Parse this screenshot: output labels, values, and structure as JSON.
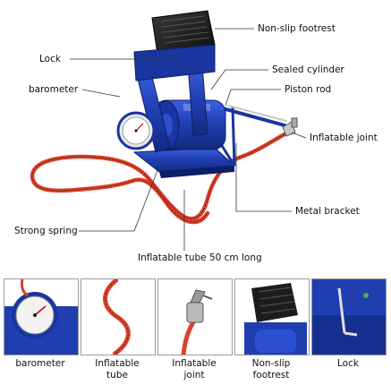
{
  "main_labels": {
    "nonslip": "Non-slip footrest",
    "lock": "Lock",
    "sealed": "Sealed cylinder",
    "barometer": "barometer",
    "piston": "Piston rod",
    "joint": "Inflatable joint",
    "bracket": "Metal bracket",
    "spring": "Strong spring",
    "tube": "Inflatable tube 50 cm long"
  },
  "thumbnails": [
    {
      "line1": "barometer",
      "line2": ""
    },
    {
      "line1": "Inflatable",
      "line2": "tube"
    },
    {
      "line1": "Inflatable",
      "line2": "joint"
    },
    {
      "line1": "Non-slip",
      "line2": "footrest"
    },
    {
      "line1": "Lock",
      "line2": ""
    }
  ],
  "colors": {
    "pump_blue": "#1f3fb0",
    "pedal_black": "#1c1c1c",
    "hose_red": "#d9412b",
    "leader_line": "#333333"
  }
}
